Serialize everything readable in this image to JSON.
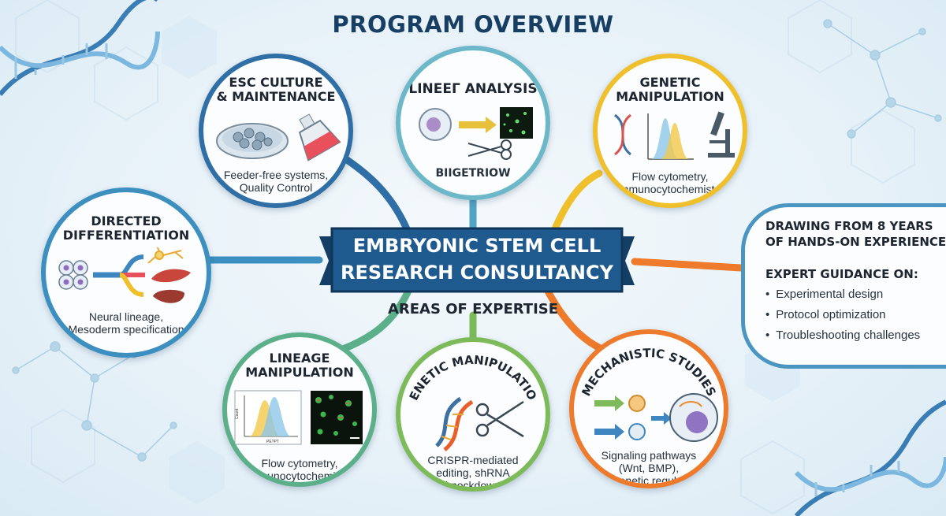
{
  "page": {
    "title": "PROGRAM OVERVIEW"
  },
  "center": {
    "banner_line1": "EMBRYONIC STEM CELL",
    "banner_line2": "RESEARCH CONSULTANCY",
    "subtitle": "AREAS OF EXPERTISE"
  },
  "nodes": {
    "esc_culture": {
      "title_line1": "ESC CULTURE",
      "title_line2": "& MAINTENANCE",
      "desc_line1": "Feeder-free systems,",
      "desc_line2": "Quality Control"
    },
    "lineage_analysis": {
      "title": "LINEEГ ANALYSIS",
      "desc": "BIIGETRIOW"
    },
    "genetic_top": {
      "title_line1": "GENETIC",
      "title_line2": "MANIPULATION",
      "desc_line1": "Flow cytometry,",
      "desc_line2": "Immunocytochemistry"
    },
    "directed_diff": {
      "title_line1": "DIRECTED",
      "title_line2": "DIFFERENTIATION",
      "desc_line1": "Neural lineage,",
      "desc_line2": "Mesoderm specification"
    },
    "lineage_manip": {
      "title_line1": "LINEAGE",
      "title_line2": "MANIPULATION",
      "desc_line1": "Flow cytometry,",
      "desc_line2": "Immunocytochemistry",
      "plot_ylabel": "Count",
      "plot_xlabel": "PE?PT"
    },
    "genetic_bottom": {
      "title": "GENETIC MANIPULATION",
      "desc_line1": "CRISPR-mediated",
      "desc_line2": "editing, shRNA",
      "desc_line3": "knockdown"
    },
    "mechanistic": {
      "title": "MECHANISTIC STUDIES",
      "desc_line1": "Signaling pathways",
      "desc_line2": "(Wnt, BMP),",
      "desc_line3": "Epigenetic regulation"
    }
  },
  "experience": {
    "heading_line1": "DRAWING FROM 8 YEARS",
    "heading_line2": "OF HANDS-ON EXPERIENCE",
    "guidance": "EXPERT GUIDANCE ON:",
    "items": [
      "Experimental design",
      "Protocol optimization",
      "Troubleshooting challenges"
    ]
  },
  "colors": {
    "navy": "#173f63",
    "blue": "#2f6fa6",
    "teal": "#3aa6b0",
    "green": "#7dbb5a",
    "yellow": "#f0bf2c",
    "orange": "#ee7a2c",
    "banner": "#1f5a8f"
  }
}
